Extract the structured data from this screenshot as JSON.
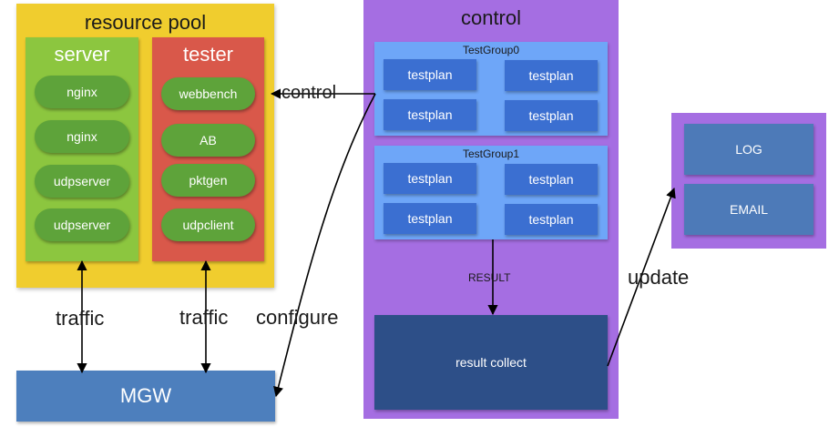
{
  "resource_pool": {
    "title": "resource pool",
    "server": {
      "title": "server",
      "items": [
        "nginx",
        "nginx",
        "udpserver",
        "udpserver"
      ]
    },
    "tester": {
      "title": "tester",
      "items": [
        "webbench",
        "AB",
        "pktgen",
        "udpclient"
      ]
    }
  },
  "control": {
    "title": "control",
    "groups": [
      {
        "title": "TestGroup0",
        "plans": [
          "testplan",
          "testplan",
          "testplan",
          "testplan"
        ]
      },
      {
        "title": "TestGroup1",
        "plans": [
          "testplan",
          "testplan",
          "testplan",
          "testplan"
        ]
      }
    ],
    "result_label": "RESULT",
    "collect": "result collect"
  },
  "outputs": {
    "log": "LOG",
    "email": "EMAIL"
  },
  "mgw": "MGW",
  "edges": {
    "control": "control",
    "traffic": "traffic",
    "configure": "configure",
    "update": "update"
  },
  "colors": {
    "pool": "#f0cd2e",
    "server": "#8cc63f",
    "tester": "#d9584a",
    "pill": "#5ea33a",
    "control": "#a56ee2",
    "group": "#6ea6f8",
    "testplan": "#3b6fd1",
    "collect": "#2d4f88",
    "log_box": "#4d7ab8",
    "mgw": "#4d7fbd"
  }
}
